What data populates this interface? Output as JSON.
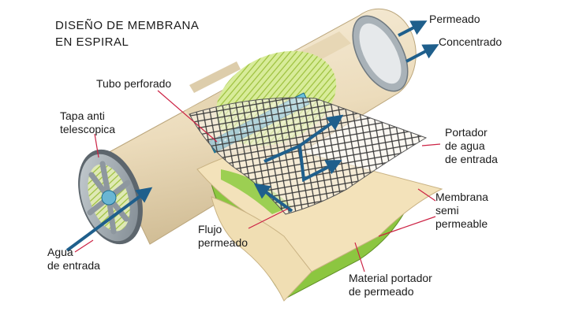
{
  "title": [
    "DISEÑO DE MEMBRANA",
    "EN ESPIRAL"
  ],
  "labels": {
    "permeado": "Permeado",
    "concentrado": "Concentrado",
    "tubo_perforado": "Tubo perforado",
    "tapa": [
      "Tapa anti",
      "telescopica"
    ],
    "portador_agua": [
      "Portador",
      "de agua",
      "de entrada"
    ],
    "membrana": [
      "Membrana",
      "semi",
      "permeable"
    ],
    "flujo": [
      "Flujo",
      "permeado"
    ],
    "agua_entrada": [
      "Agua",
      "de entrada"
    ],
    "material_portador": [
      "Material portador",
      "de permeado"
    ]
  },
  "colors": {
    "housing": "#efe2c6",
    "housing_shade": "#d9c7a2",
    "end_cap": "#8e979f",
    "tube": "#3ea0c4",
    "arrow": "#1f5f8c",
    "membrane_green": "#8cc640",
    "sheet_cream": "#f3e2ba",
    "mesh": "#4a4a4a",
    "leader": "#cc2244"
  }
}
